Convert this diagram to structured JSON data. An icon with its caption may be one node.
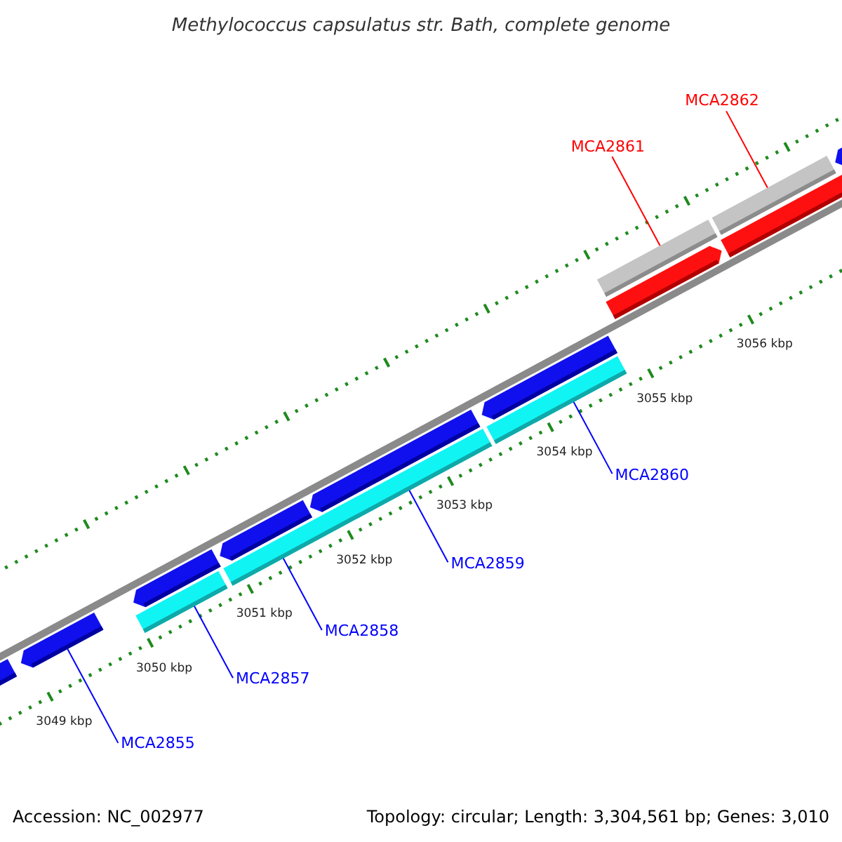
{
  "diagram": {
    "title": "Methylococcus capsulatus str. Bath, complete genome",
    "nodes": [
      {
        "text": [
          "MCA2862"
        ]
      },
      {
        "text": [
          "MCA2861"
        ]
      },
      {
        "text": [
          "MCA2860"
        ]
      },
      {
        "text": [
          "MCA2859"
        ]
      },
      {
        "text": [
          "MCA2858"
        ]
      },
      {
        "text": [
          "MCA2857"
        ]
      },
      {
        "text": [
          "MCA2855"
        ]
      },
      {
        "text": [],
        "shape": "arrow"
      },
      {
        "text": [],
        "shape": "arrow"
      },
      {
        "text": [],
        "shape": "arrow"
      },
      {
        "text": [],
        "shape": "bar"
      },
      {
        "text": [],
        "shape": "arrow"
      },
      {
        "text": [],
        "shape": "bar"
      },
      {
        "text": [],
        "shape": "arrow"
      },
      {
        "text": [],
        "shape": "arrow"
      },
      {
        "text": [],
        "shape": "bar"
      },
      {
        "text": [],
        "shape": "bar"
      },
      {
        "text": [],
        "shape": "arrow"
      },
      {
        "text": [],
        "shape": "bar"
      },
      {
        "text": [],
        "shape": "arrow"
      },
      {
        "text": [],
        "shape": "arrow"
      }
    ],
    "edges": [
      {
        "from": 0,
        "to": 18,
        "arrow": "none",
        "color": "#ff0000"
      },
      {
        "from": 1,
        "to": 16,
        "arrow": "none",
        "color": "#ff0000"
      },
      {
        "from": 2,
        "to": 15,
        "arrow": "none"
      },
      {
        "from": 3,
        "to": 12,
        "arrow": "none"
      },
      {
        "from": 4,
        "to": 12,
        "arrow": "none"
      },
      {
        "from": 5,
        "to": 10,
        "arrow": "none"
      },
      {
        "from": 6,
        "to": 8,
        "arrow": "none"
      }
    ],
    "labels": [
      "3049 kbp",
      "3050 kbp",
      "3051 kbp",
      "3052 kbp",
      "3053 kbp",
      "3054 kbp",
      "3055 kbp",
      "3056 kbp",
      "Accession: NC_002977",
      "Topology: circular; Length: 3,304,561 bp; Genes: 3,010"
    ]
  }
}
